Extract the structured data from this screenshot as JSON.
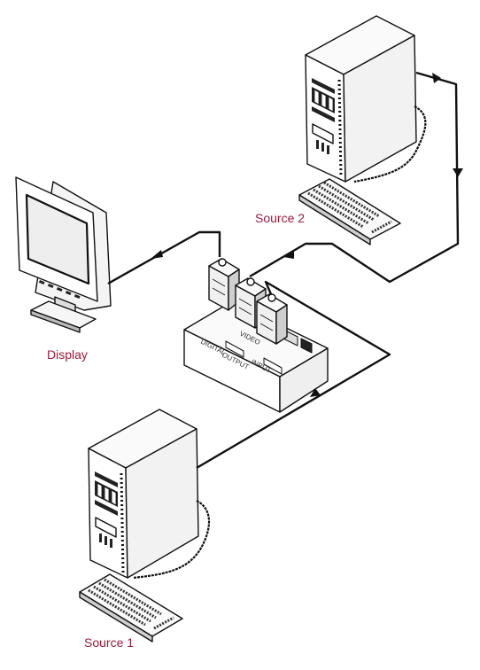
{
  "labels": {
    "source_1": "Source 1",
    "source_2": "Source 2",
    "display": "Display"
  },
  "switcher": {
    "panel_text_1": "DIGITAL",
    "panel_text_2": "VIDEO",
    "panel_text_3": "INPUT",
    "panel_text_4": "OUTPUT"
  },
  "colors": {
    "label": "#9b1b3a",
    "line": "#111111"
  }
}
